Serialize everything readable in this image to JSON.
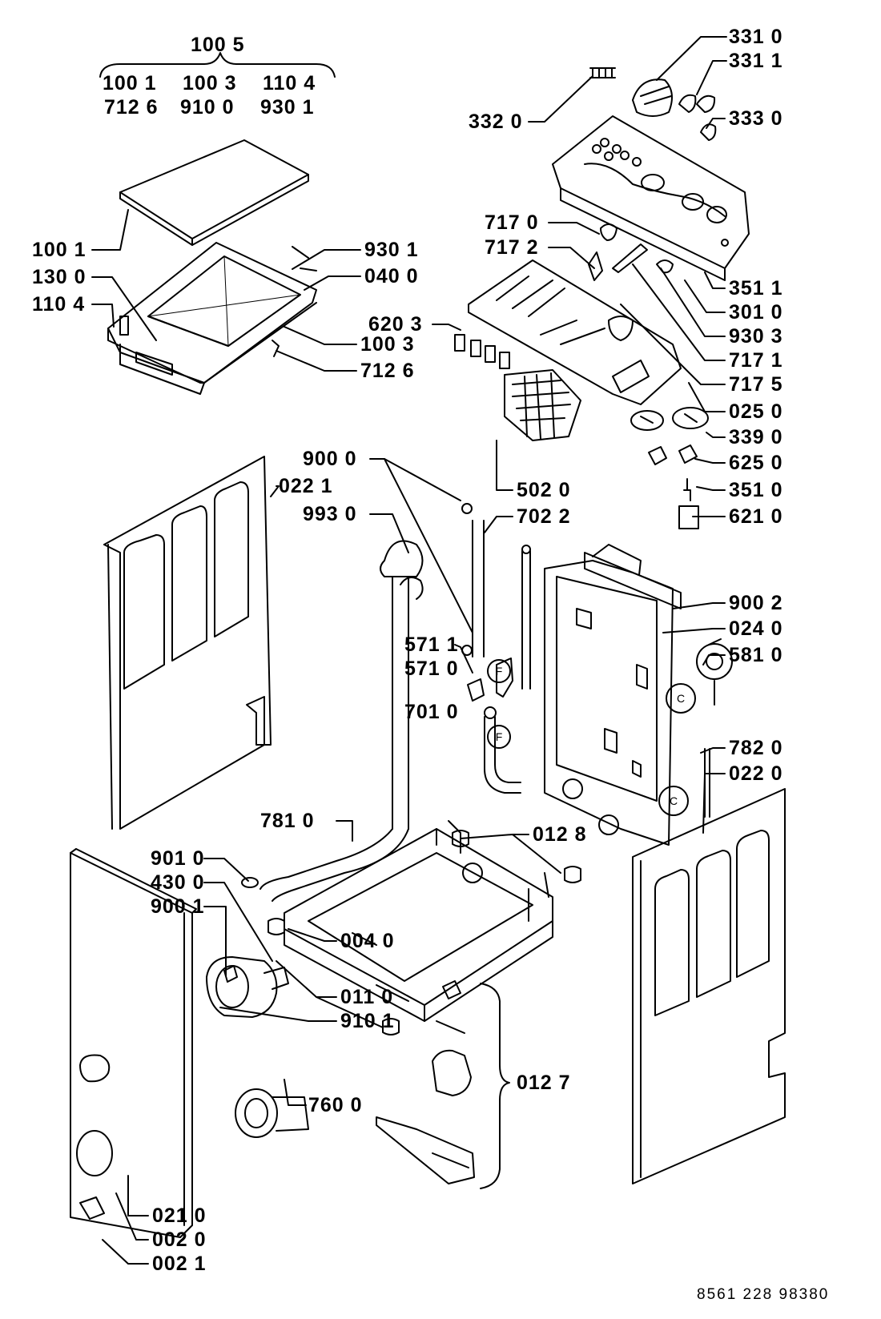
{
  "part_labels": {
    "p1005": "100 5",
    "p1001a": "100 1",
    "p1003a": "100 3",
    "p1104a": "110 4",
    "p7126a": "712 6",
    "p9100": "910 0",
    "p9301a": "930 1",
    "p1001b": "100 1",
    "p1300": "130 0",
    "p1104b": "110 4",
    "p9301b": "930 1",
    "p0400": "040 0",
    "p1003b": "100 3",
    "p7126b": "712 6",
    "p3310": "331 0",
    "p3311": "331 1",
    "p3320": "332 0",
    "p3330": "333 0",
    "p7170": "717 0",
    "p7172": "717 2",
    "p6203": "620 3",
    "p3511": "351 1",
    "p3010": "301 0",
    "p9303": "930 3",
    "p7171": "717 1",
    "p7175": "717 5",
    "p0250": "025 0",
    "p3390": "339 0",
    "p6250": "625 0",
    "p3510": "351 0",
    "p6210": "621 0",
    "p5020": "502 0",
    "p9000": "900 0",
    "p0221": "022 1",
    "p9930": "993 0",
    "p7022": "702 2",
    "p9002": "900 2",
    "p0240": "024 0",
    "p5810": "581 0",
    "p5711": "571 1",
    "p5710": "571 0",
    "p7010": "701 0",
    "p7820": "782 0",
    "p0220": "022 0",
    "p7810": "781 0",
    "p0128": "012 8",
    "p9010": "901 0",
    "p4300": "430 0",
    "p9001": "900 1",
    "p0040": "004 0",
    "p0110": "011 0",
    "p9101": "910 1",
    "p0127": "012 7",
    "p7600": "760 0",
    "p0210": "021 0",
    "p0020": "002 0",
    "p0021": "002 1"
  },
  "document_number": "8561 228 98380",
  "connector_glyphs": {
    "F": "F",
    "C": "C"
  }
}
